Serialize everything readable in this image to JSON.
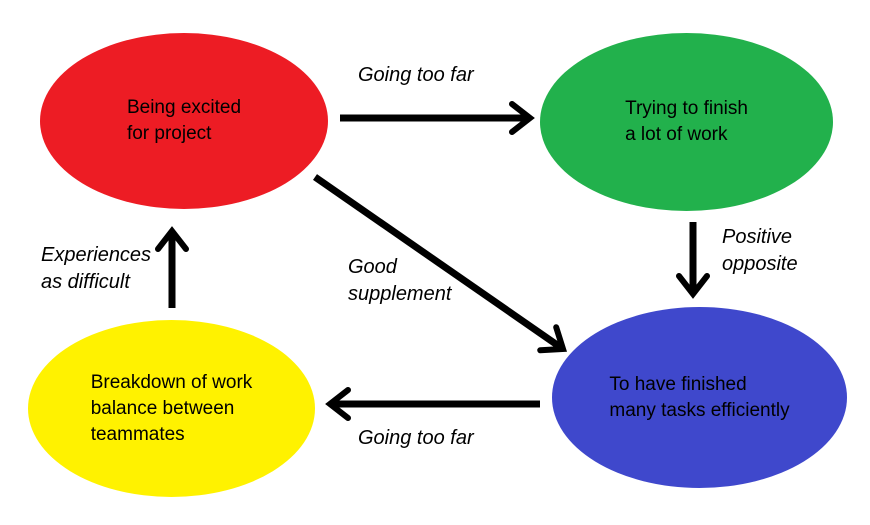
{
  "diagram": {
    "background_color": "#ffffff",
    "arrow_color": "#000000",
    "nodes": [
      {
        "id": "excited",
        "label": "Being excited\nfor project",
        "color": "#ed1c24",
        "shape": "ellipse"
      },
      {
        "id": "trying",
        "label": "Trying to finish\na lot of work",
        "color": "#22b14c",
        "shape": "ellipse"
      },
      {
        "id": "finished",
        "label": "To have finished\nmany tasks efficiently",
        "color": "#3f48cc",
        "shape": "ellipse"
      },
      {
        "id": "breakdown",
        "label": "Breakdown of work\nbalance between\nteammates",
        "color": "#fff200",
        "shape": "ellipse"
      }
    ],
    "edges": [
      {
        "from": "excited",
        "to": "trying",
        "label": "Going too far"
      },
      {
        "from": "trying",
        "to": "finished",
        "label": "Positive\nopposite"
      },
      {
        "from": "excited",
        "to": "finished",
        "label": "Good\nsupplement"
      },
      {
        "from": "finished",
        "to": "breakdown",
        "label": "Going too far"
      },
      {
        "from": "breakdown",
        "to": "excited",
        "label": "Experiences\nas difficult"
      }
    ]
  }
}
